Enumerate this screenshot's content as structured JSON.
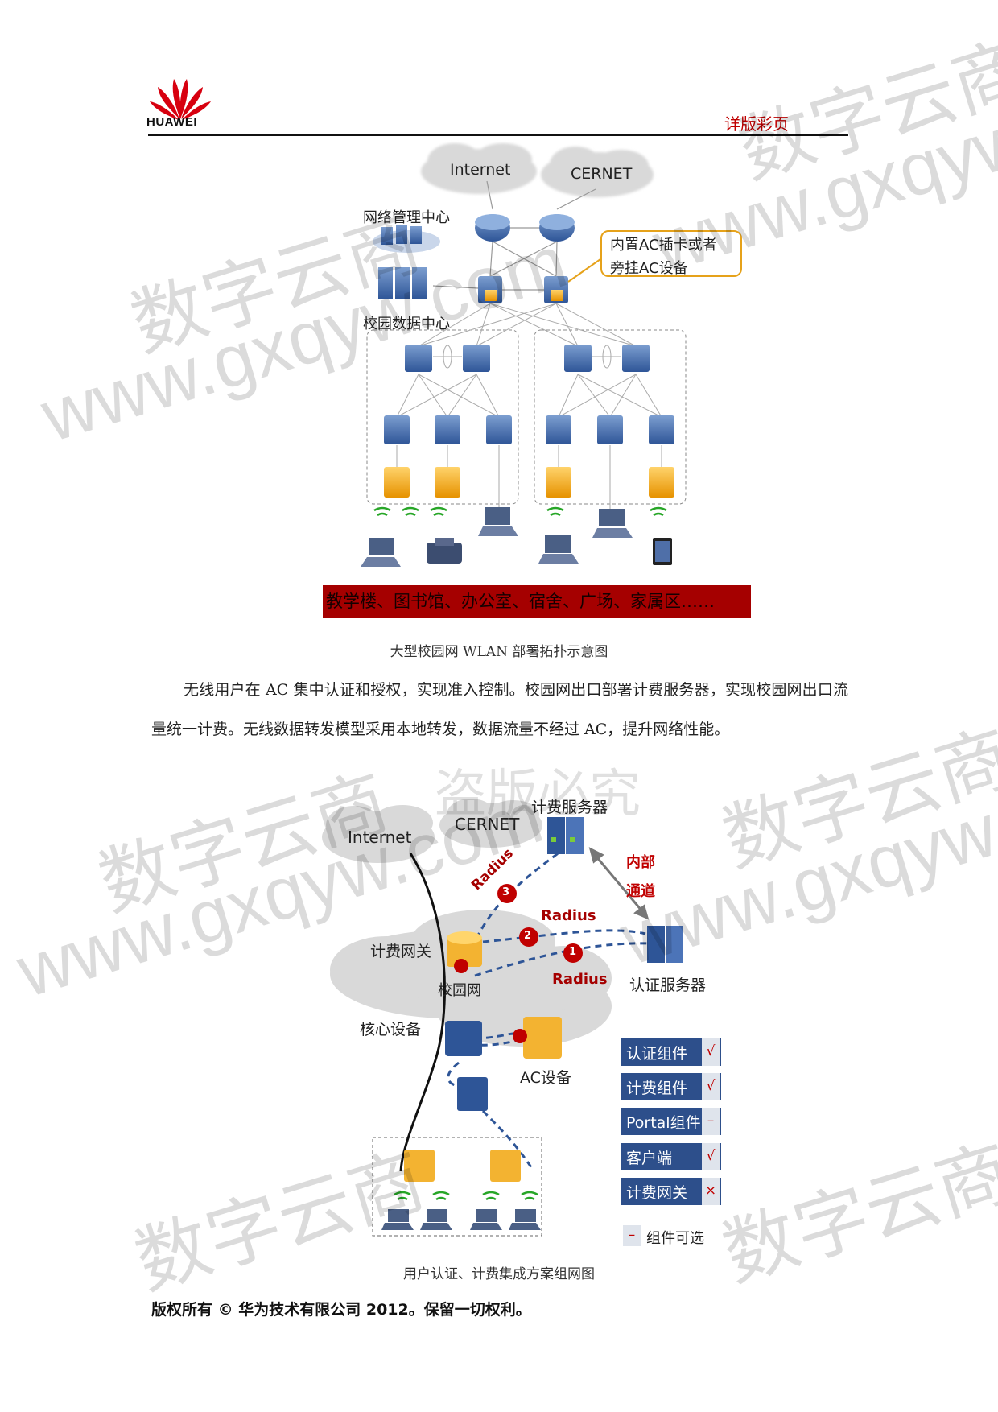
{
  "header": {
    "brand": "HUAWEI",
    "tag": "详版彩页"
  },
  "diagram1": {
    "clouds": [
      "Internet",
      "CERNET"
    ],
    "labels": {
      "nmc": "网络管理中心",
      "dc": "校园数据中心"
    },
    "callout": [
      "内置AC插卡或者",
      "旁挂AC设备"
    ],
    "banner": "教学楼、图书馆、办公室、宿舍、广场、家属区……",
    "caption": "大型校园网 WLAN 部署拓扑示意图"
  },
  "paragraph": "无线用户在 AC 集中认证和授权，实现准入控制。校园网出口部署计费服务器，实现校园网出口流量统一计费。无线数据转发模型采用本地转发，数据流量不经过 AC，提升网络性能。",
  "overlay_text": "盗版必究",
  "diagram2": {
    "clouds": [
      "Internet",
      "CERNET"
    ],
    "billing_server": "计费服务器",
    "internal_channel": [
      "内部",
      "通道"
    ],
    "radius": "Radius",
    "steps": [
      "1",
      "2",
      "3"
    ],
    "billing_gateway": "计费网关",
    "campus_net": "校园网",
    "core_device": "核心设备",
    "auth_server": "认证服务器",
    "ac_device": "AC设备",
    "legend": [
      {
        "label": "认证组件",
        "mark": "√"
      },
      {
        "label": "计费组件",
        "mark": "√"
      },
      {
        "label": "Portal组件",
        "mark": "–"
      },
      {
        "label": "客户端",
        "mark": "√"
      },
      {
        "label": "计费网关",
        "mark": "×"
      }
    ],
    "optional_mark": "–",
    "optional_label": "组件可选",
    "caption": "用户认证、计费集成方案组网图"
  },
  "footer": "版权所有 © 华为技术有限公司 2012。保留一切权利。",
  "watermark": {
    "cn": "数字云商",
    "url": "www.gxqyw.com"
  }
}
